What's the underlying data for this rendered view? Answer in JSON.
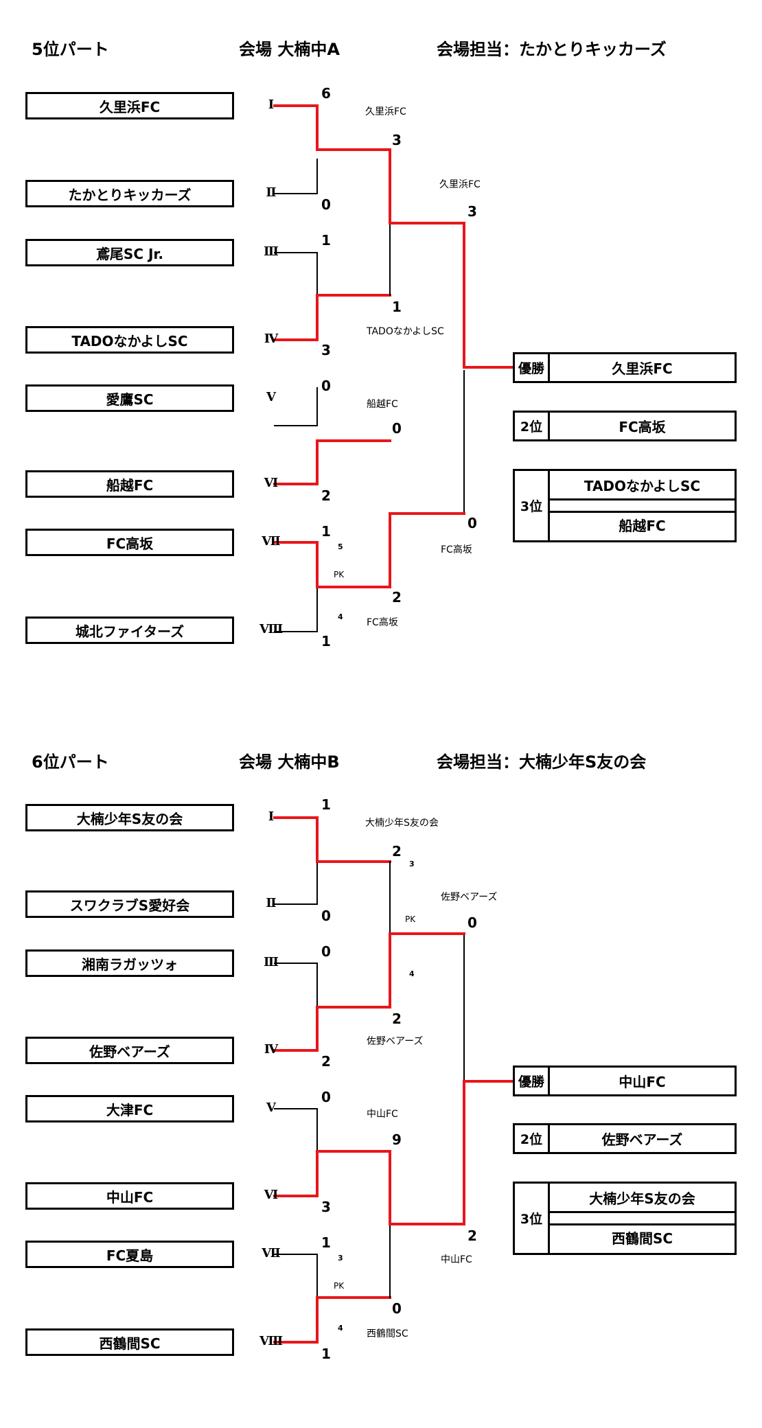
{
  "parts": [
    {
      "part": "5位パート",
      "venue": "会場 大楠中A",
      "venue_staff": "会場担当：たかとりキッカーズ",
      "teams": [
        "久里浜FC",
        "たかとりキッカーズ",
        "鳶尾SC Jr.",
        "TADOなかよしSC",
        "愛鷹SC",
        "船越FC",
        "FC高坂",
        "城北ファイターズ"
      ],
      "roman": [
        "Ⅰ",
        "Ⅱ",
        "Ⅲ",
        "Ⅳ",
        "Ⅴ",
        "Ⅵ",
        "Ⅶ",
        "Ⅷ"
      ],
      "r1_scores": [
        "6",
        "0",
        "1",
        "3",
        "0",
        "2",
        "1",
        "1"
      ],
      "r1_winners": [
        "久里浜FC",
        "TADOなかよしSC",
        "船越FC",
        "FC高坂"
      ],
      "pk": {
        "label": "PK",
        "top": "5",
        "bottom": "4"
      },
      "r2_scores": [
        "3",
        "1",
        "0",
        "2"
      ],
      "r2_winners": [
        "久里浜FC",
        "FC高坂"
      ],
      "final_scores": [
        "3",
        "0"
      ],
      "results": {
        "champion_label": "優勝",
        "champion": "久里浜FC",
        "second_label": "2位",
        "second": "FC高坂",
        "third_label": "3位",
        "third": [
          "TADOなかよしSC",
          "船越FC"
        ]
      }
    },
    {
      "part": "6位パート",
      "venue": "会場 大楠中B",
      "venue_staff": "会場担当：大楠少年S友の会",
      "teams": [
        "大楠少年S友の会",
        "スワクラブS愛好会",
        "湘南ラガッツォ",
        "佐野ベアーズ",
        "大津FC",
        "中山FC",
        "FC夏島",
        "西鶴間SC"
      ],
      "roman": [
        "Ⅰ",
        "Ⅱ",
        "Ⅲ",
        "Ⅳ",
        "Ⅴ",
        "Ⅵ",
        "Ⅶ",
        "Ⅷ"
      ],
      "r1_scores": [
        "1",
        "0",
        "0",
        "2",
        "0",
        "3",
        "1",
        "1"
      ],
      "r1_winners": [
        "大楠少年S友の会",
        "佐野ベアーズ",
        "中山FC",
        "西鶴間SC"
      ],
      "pk": {
        "label": "PK",
        "top": "3",
        "bottom": "4"
      },
      "r2_pk": {
        "label": "PK",
        "top": "3",
        "bottom": "4"
      },
      "r2_scores": [
        "2",
        "2",
        "9",
        "0"
      ],
      "r2_winners": [
        "佐野ベアーズ",
        "中山FC"
      ],
      "final_scores": [
        "0",
        "2"
      ],
      "results": {
        "champion_label": "優勝",
        "champion": "中山FC",
        "second_label": "2位",
        "second": "佐野ベアーズ",
        "third_label": "3位",
        "third": [
          "大楠少年S友の会",
          "西鶴間SC"
        ]
      }
    }
  ]
}
